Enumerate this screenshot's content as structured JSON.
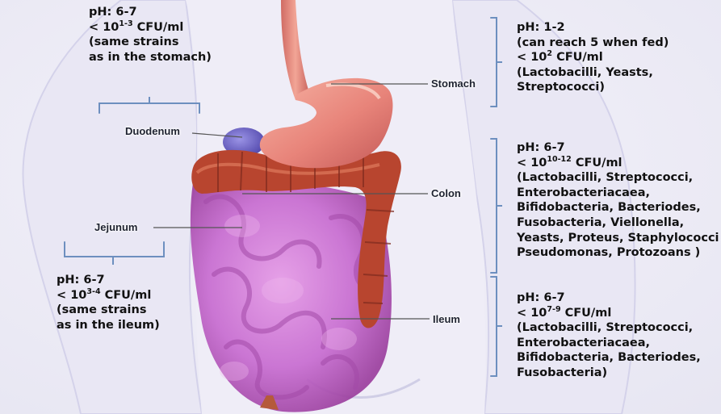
{
  "organ_labels": {
    "stomach": "Stomach",
    "duodenum": "Duodenum",
    "colon": "Colon",
    "jejunum": "Jejunum",
    "ileum": "Ileum"
  },
  "duodenum_info": {
    "ph": "pH: 6-7",
    "count_prefix": "< 10",
    "count_exp": "1-3",
    "count_unit": " CFU/ml",
    "line3": "(same strains",
    "line4": "as in the stomach)"
  },
  "stomach_info": {
    "ph": "pH: 1-2",
    "line2": "(can reach 5 when fed)",
    "count_prefix": "< 10",
    "count_exp": "2",
    "count_unit": " CFU/ml",
    "line4": "(Lactobacilli, Yeasts,",
    "line5": "Streptococci)"
  },
  "colon_info": {
    "ph": "pH: 6-7",
    "count_prefix": "< 10",
    "count_exp": "10-12",
    "count_unit": " CFU/ml",
    "lines": [
      "(Lactobacilli, Streptococci,",
      "Enterobacteriacaea,",
      "Bifidobacteria, Bacteriodes,",
      "Fusobacteria, Viellonella,",
      "Yeasts, Proteus, Staphylococci",
      "Pseudomonas, Protozoans )"
    ]
  },
  "jejunum_info": {
    "ph": "pH: 6-7",
    "count_prefix": "< 10",
    "count_exp": "3-4",
    "count_unit": " CFU/ml",
    "line3": "(same strains",
    "line4": "as in the ileum)"
  },
  "ileum_info": {
    "ph": "pH: 6-7",
    "count_prefix": "< 10",
    "count_exp": "7-9",
    "count_unit": " CFU/ml",
    "lines": [
      "(Lactobacilli, Streptococci,",
      "Enterobacteriacaea,",
      "Bifidobacteria, Bacteriodes,",
      "Fusobacteria)"
    ]
  },
  "colors": {
    "bracket": "#6d8fbf",
    "stomach": "#e8847a",
    "colon": "#b8452f",
    "small_intestine": "#c76bd0",
    "duodenum": "#6f64c9",
    "body": "#dcdcf2"
  }
}
